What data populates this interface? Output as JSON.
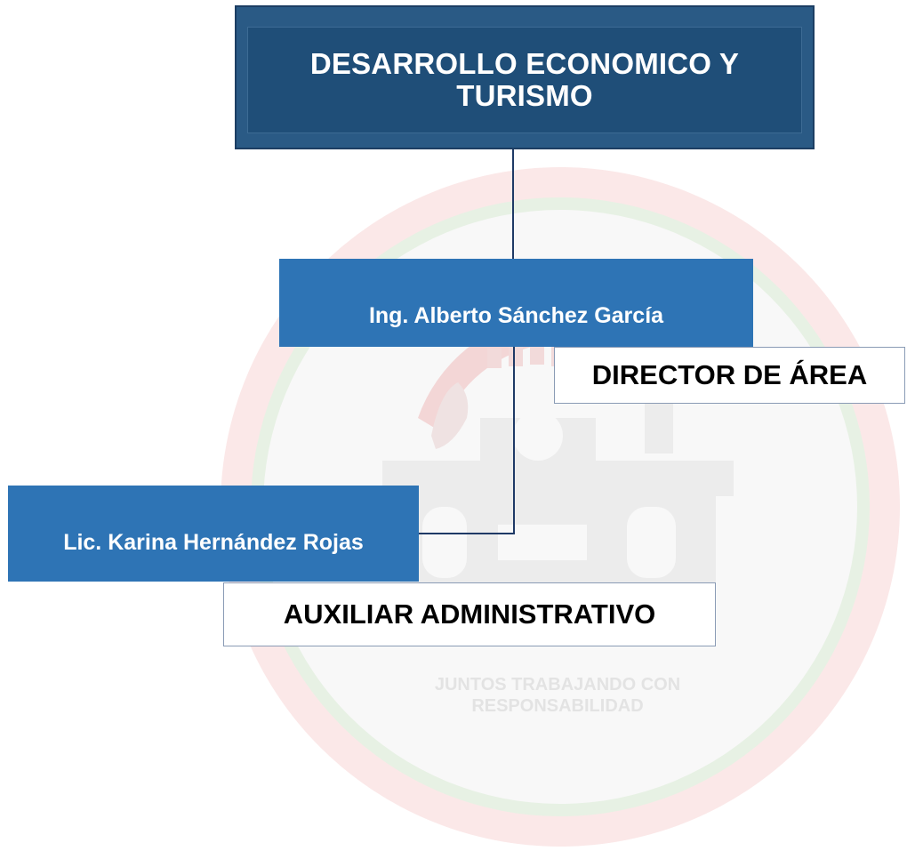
{
  "org_chart": {
    "department": {
      "title": "DESARROLLO ECONOMICO Y TURISMO"
    },
    "director": {
      "name": "Ing. Alberto Sánchez García",
      "role": "DIRECTOR DE ÁREA"
    },
    "assistant": {
      "name": "Lic. Karina Hernández Rojas",
      "role": "AUXILIAR ADMINISTRATIVO"
    }
  },
  "watermark": {
    "slogan_line1": "JUNTOS TRABAJANDO CON",
    "slogan_line2": "RESPONSABILIDAD"
  },
  "colors": {
    "department_box": "#1f4e78",
    "name_box": "#2e74b5",
    "connector": "#1f3a66",
    "watermark_red": "#f6dcdc",
    "watermark_green": "#dcebd9",
    "watermark_gray": "#eeeeee"
  }
}
